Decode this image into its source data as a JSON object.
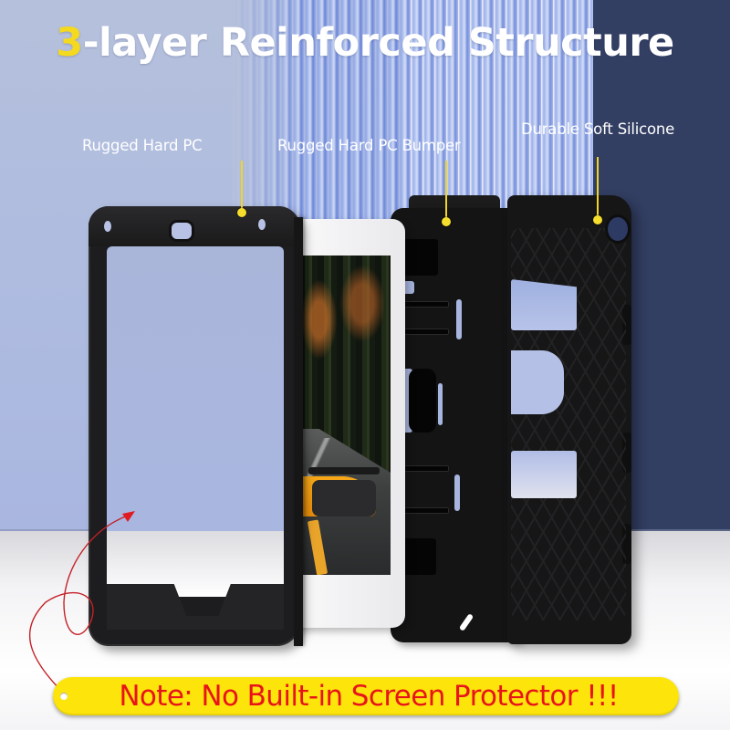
{
  "headline": {
    "accent": "3",
    "text": "-layer Reinforced Structure"
  },
  "callouts": [
    {
      "label": "Rugged Hard PC"
    },
    {
      "label": "Rugged Hard PC Bumper"
    },
    {
      "label": "Durable Soft Silicone"
    }
  ],
  "note": {
    "text": "Note: No Built-in Screen Protector !!!"
  },
  "colors": {
    "accent_yellow": "#f5d91e",
    "note_background": "#fde40a",
    "note_text": "#e8141a",
    "navy_panel": "#323e62",
    "light_panel": "#b5c0dc",
    "case_black": "#141415",
    "arrow_red": "#c42127"
  },
  "illustration": {
    "layers": [
      "hard-pc-frame",
      "tablet",
      "pc-bumper",
      "silicone-shell"
    ],
    "screen_image": "orange sports car on forest road"
  }
}
